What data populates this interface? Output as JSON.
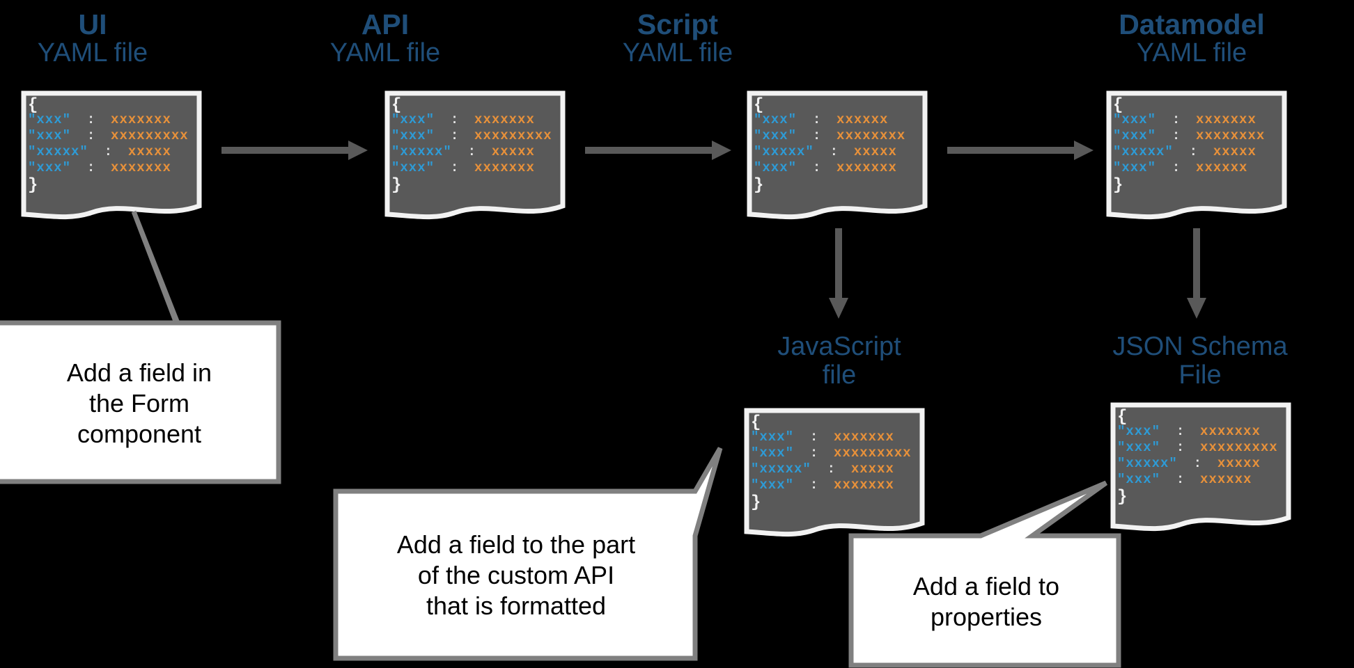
{
  "colors": {
    "background": "#000000",
    "title_blue": "#1F4E79",
    "doc_fill": "#595959",
    "doc_border": "#F2F2F2",
    "arrow_gray": "#595959",
    "callout_fill": "#FFFFFF",
    "callout_border": "#808080",
    "code_key": "#2E9BD6",
    "code_value": "#E8913A",
    "code_punct": "#E6E6E6"
  },
  "stages": [
    {
      "id": "ui",
      "title_top": "UI",
      "title_bottom": "YAML file",
      "doc_name": "ui-yaml-document",
      "code": {
        "open_brace": "{",
        "close_brace": "}",
        "lines": [
          {
            "key": "\"xxx\"",
            "colon": ":",
            "value": "xxxxxxx"
          },
          {
            "key": "\"xxx\"",
            "colon": ":",
            "value": "xxxxxxxxx"
          },
          {
            "key": "\"xxxxx\"",
            "colon": ":",
            "value": "xxxxx"
          },
          {
            "key": "\"xxx\"",
            "colon": ":",
            "value": "xxxxxxx"
          }
        ]
      }
    },
    {
      "id": "api",
      "title_top": "API",
      "title_bottom": "YAML file",
      "doc_name": "api-yaml-document",
      "code": {
        "open_brace": "{",
        "close_brace": "}",
        "lines": [
          {
            "key": "\"xxx\"",
            "colon": ":",
            "value": "xxxxxxx"
          },
          {
            "key": "\"xxx\"",
            "colon": ":",
            "value": "xxxxxxxxx"
          },
          {
            "key": "\"xxxxx\"",
            "colon": ":",
            "value": "xxxxx"
          },
          {
            "key": "\"xxx\"",
            "colon": ":",
            "value": "xxxxxxx"
          }
        ]
      }
    },
    {
      "id": "script",
      "title_top": "Script",
      "title_bottom": "YAML file",
      "doc_name": "script-yaml-document",
      "code": {
        "open_brace": "{",
        "close_brace": "}",
        "lines": [
          {
            "key": "\"xxx\"",
            "colon": ":",
            "value": "xxxxxx"
          },
          {
            "key": "\"xxx\"",
            "colon": ":",
            "value": "xxxxxxxx"
          },
          {
            "key": "\"xxxxx\"",
            "colon": ":",
            "value": "xxxxx"
          },
          {
            "key": "\"xxx\"",
            "colon": ":",
            "value": "xxxxxxx"
          }
        ]
      }
    },
    {
      "id": "datamodel",
      "title_top": "Datamodel",
      "title_bottom": "YAML file",
      "doc_name": "datamodel-yaml-document",
      "code": {
        "open_brace": "{",
        "close_brace": "}",
        "lines": [
          {
            "key": "\"xxx\"",
            "colon": ":",
            "value": "xxxxxxx"
          },
          {
            "key": "\"xxx\"",
            "colon": ":",
            "value": "xxxxxxxx"
          },
          {
            "key": "\"xxxxx\"",
            "colon": ":",
            "value": "xxxxx"
          },
          {
            "key": "\"xxx\"",
            "colon": ":",
            "value": "xxxxxx"
          }
        ]
      }
    }
  ],
  "outputs": [
    {
      "id": "javascript",
      "title_line1": "JavaScript",
      "title_line2": "file",
      "doc_name": "javascript-file-document",
      "code": {
        "open_brace": "{",
        "close_brace": "}",
        "lines": [
          {
            "key": "\"xxx\"",
            "colon": ":",
            "value": "xxxxxxx"
          },
          {
            "key": "\"xxx\"",
            "colon": ":",
            "value": "xxxxxxxxx"
          },
          {
            "key": "\"xxxxx\"",
            "colon": ":",
            "value": "xxxxx"
          },
          {
            "key": "\"xxx\"",
            "colon": ":",
            "value": "xxxxxxx"
          }
        ]
      }
    },
    {
      "id": "json-schema",
      "title_line1": "JSON Schema",
      "title_line2": "File",
      "doc_name": "json-schema-file-document",
      "code": {
        "open_brace": "{",
        "close_brace": "}",
        "lines": [
          {
            "key": "\"xxx\"",
            "colon": ":",
            "value": "xxxxxxx"
          },
          {
            "key": "\"xxx\"",
            "colon": ":",
            "value": "xxxxxxxxx"
          },
          {
            "key": "\"xxxxx\"",
            "colon": ":",
            "value": "xxxxx"
          },
          {
            "key": "\"xxx\"",
            "colon": ":",
            "value": "xxxxxx"
          }
        ]
      }
    }
  ],
  "arrows": [
    {
      "id": "ui-to-api",
      "direction": "right"
    },
    {
      "id": "api-to-script",
      "direction": "right"
    },
    {
      "id": "script-to-datamodel",
      "direction": "right"
    },
    {
      "id": "script-to-javascript",
      "direction": "down"
    },
    {
      "id": "datamodel-to-json-schema",
      "direction": "down"
    }
  ],
  "callouts": [
    {
      "id": "ui-callout",
      "lines": [
        "Add a field in",
        "the Form",
        "component"
      ],
      "points_to": "ui-yaml-document"
    },
    {
      "id": "api-callout",
      "lines": [
        "Add a field to the part",
        "of the custom API",
        "that is formatted"
      ],
      "points_to": "javascript-file-document"
    },
    {
      "id": "json-schema-callout",
      "lines": [
        "Add a field to",
        "properties"
      ],
      "points_to": "json-schema-file-document"
    }
  ]
}
